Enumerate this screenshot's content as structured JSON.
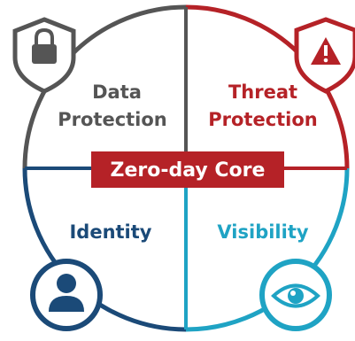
{
  "diagram": {
    "core_label": "Zero-day Core",
    "quadrants": [
      {
        "id": "data-protection",
        "lines": [
          "Data",
          "Protection"
        ],
        "color": "#555555",
        "icon": "lock-icon"
      },
      {
        "id": "threat-protection",
        "lines": [
          "Threat",
          "Protection"
        ],
        "color": "#b52227",
        "icon": "warning-shield-icon"
      },
      {
        "id": "identity",
        "lines": [
          "Identity"
        ],
        "color": "#1b4a78",
        "icon": "user-icon"
      },
      {
        "id": "visibility",
        "lines": [
          "Visibility"
        ],
        "color": "#1fa3c4",
        "icon": "eye-icon"
      }
    ],
    "colors": {
      "core": "#b52227",
      "background": "#ffffff"
    }
  }
}
